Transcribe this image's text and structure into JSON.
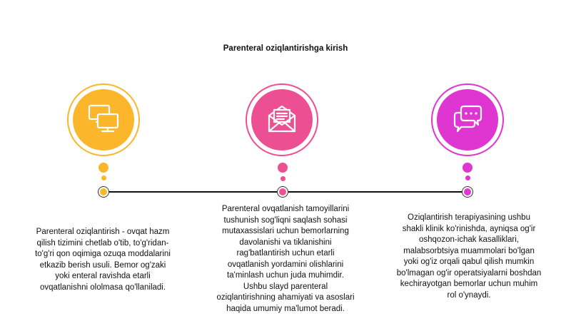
{
  "slide": {
    "title": "Parenteral oziqlantirishga kirish"
  },
  "colors": {
    "step1": "#fbb62c",
    "step2": "#ec4f92",
    "step3": "#df35d1",
    "line": "#111111"
  },
  "steps": [
    {
      "icon": "monitor-stack-icon",
      "lines": [
        "Parenteral oziqlantirish - ovqat hazm",
        "qilish tizimini chetlab o'tib, to'g'ridan-",
        "to'g'ri qon oqimiga ozuqa moddalarini",
        "etkazib berish usuli. Bemor og'zaki",
        "yoki enteral ravishda etarli",
        "ovqatlanishni ololmasa qo'llaniladi."
      ]
    },
    {
      "icon": "envelope-letter-icon",
      "lines": [
        "Parenteral ovqatlanish tamoyillarini",
        "tushunish sog'liqni saqlash sohasi",
        "mutaxassislari uchun bemorlarning",
        "davolanishi va tiklanishini",
        "rag'batlantirish uchun etarli",
        "ovqatlanish yordamini olishlarini",
        "ta'minlash uchun juda muhimdir.",
        "Ushbu slayd parenteral",
        "oziqlantirishning ahamiyati va asoslari",
        "haqida umumiy ma'lumot beradi."
      ]
    },
    {
      "icon": "chat-bubbles-icon",
      "lines": [
        "Oziqlantirish terapiyasining ushbu",
        "shakli klinik ko'rinishda, ayniqsa og'ir",
        "oshqozon-ichak kasalliklari,",
        "malabsorbtsiya muammolari bo'lgan",
        "yoki og'iz orqali qabul qilish mumkin",
        "bo'lmagan og'ir operatsiyalarni boshdan",
        "kechirayotgan bemorlar uchun muhim",
        "rol o'ynaydi."
      ]
    }
  ]
}
